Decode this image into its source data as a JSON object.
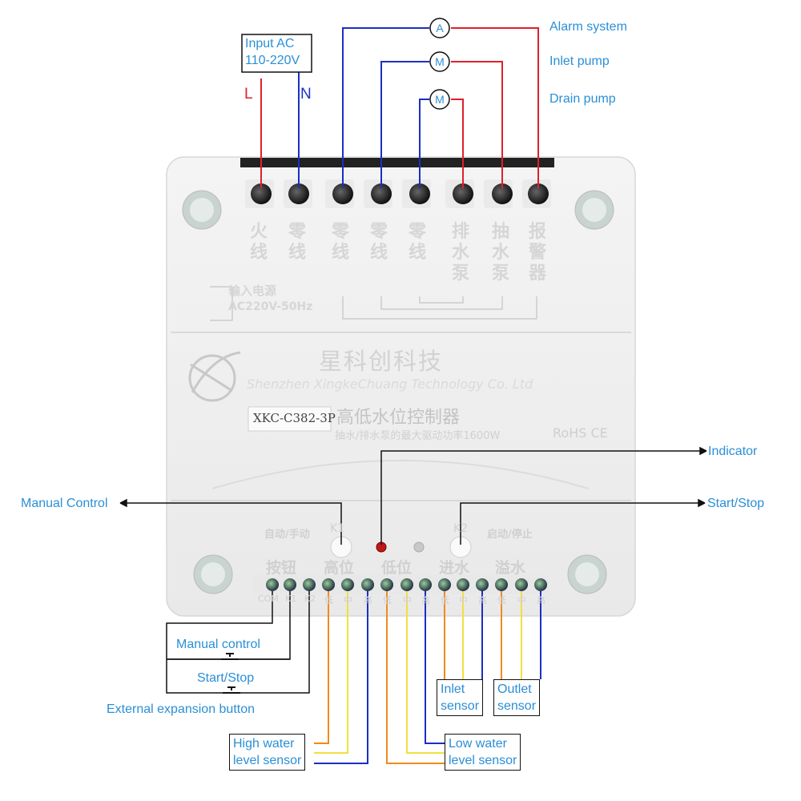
{
  "input_label": {
    "line1": "Input AC",
    "line2": "110-220V"
  },
  "live_label": "L",
  "neutral_label": "N",
  "outputs": {
    "alarm": {
      "symbol": "A",
      "label": "Alarm system"
    },
    "inlet_pump": {
      "symbol": "M",
      "label": "Inlet pump"
    },
    "drain_pump": {
      "symbol": "M",
      "label": "Drain pump"
    }
  },
  "device": {
    "terminal_labels": [
      "火线",
      "零线",
      "零线",
      "零线",
      "零线",
      "排水泵",
      "抽水泵",
      "报警器"
    ],
    "power_label": "输入电源",
    "voltage_label": "AC220V-50Hz",
    "brand_cn": "星科创科技",
    "brand_en": "Shenzhen XingkeChuang Technology Co. Ltd",
    "model": "XKC-C382-3P",
    "product_cn": "高低水位控制器",
    "power_note": "抽水/排水泵的最大驱动功率1600W",
    "certs": "RoHS CE",
    "k1_label": "K1",
    "k2_label": "K2",
    "auto_manual": "自动/手动",
    "start_stop_cn": "启动/停止",
    "groups": [
      "按钮",
      "高位",
      "低位",
      "进水",
      "溢水"
    ],
    "bottom_terminal_labels": [
      "COM",
      "K1",
      "K2",
      "低",
      "中",
      "高",
      "低",
      "中",
      "高",
      "低",
      "中",
      "高",
      "低",
      "中",
      "高"
    ]
  },
  "callouts": {
    "indicator": "Indicator",
    "manual_control_top": "Manual Control",
    "start_stop_top": "Start/Stop",
    "manual_control_btn": "Manual control",
    "start_stop_btn": "Start/Stop",
    "external": "External expansion button"
  },
  "sensors": {
    "inlet": {
      "line1": "Inlet",
      "line2": "sensor"
    },
    "outlet": {
      "line1": "Outlet",
      "line2": "sensor"
    },
    "high": {
      "line1": "High water",
      "line2": "level sensor"
    },
    "low": {
      "line1": "Low water",
      "line2": "level sensor"
    }
  },
  "colors": {
    "live": "#e0202a",
    "neutral": "#1b2fc4",
    "orange": "#f08a1c",
    "yellow": "#f0e040",
    "blue": "#1b2fc4",
    "label": "#2a8fd6"
  }
}
